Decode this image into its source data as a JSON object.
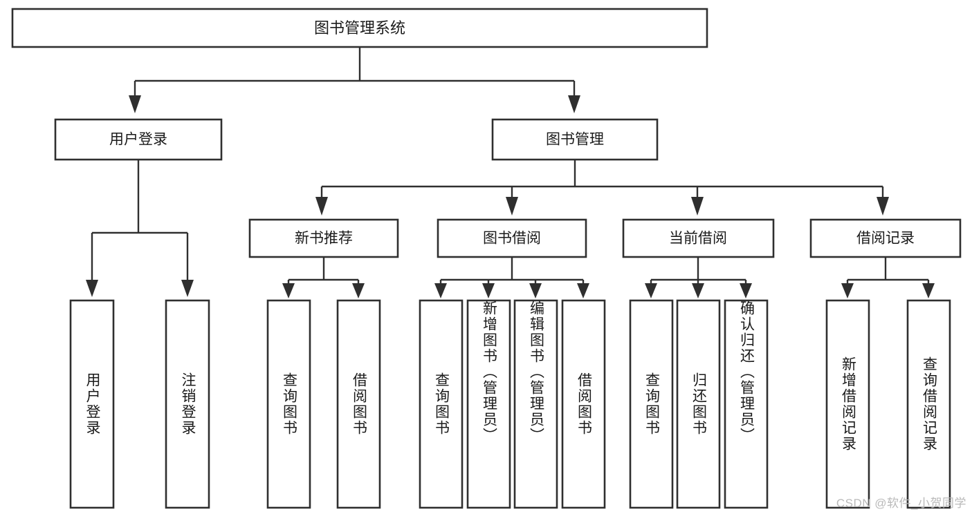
{
  "diagram": {
    "type": "tree-hierarchy",
    "title": "图书管理系统",
    "orientation": "top-down",
    "colors": {
      "box_stroke": "#2f2f2f",
      "box_fill": "#ffffff",
      "connector": "#2f2f2f",
      "text": "#1a1a1a",
      "background": "#ffffff",
      "watermark": "#b9b9b9"
    },
    "root": {
      "label": "图书管理系统"
    },
    "level2": [
      {
        "label": "用户登录"
      },
      {
        "label": "图书管理"
      }
    ],
    "level3": [
      {
        "label": "新书推荐"
      },
      {
        "label": "图书借阅"
      },
      {
        "label": "当前借阅"
      },
      {
        "label": "借阅记录"
      }
    ],
    "leaves": {
      "user_login": [
        {
          "label": "用户登录"
        },
        {
          "label": "注销登录"
        }
      ],
      "new_book_recommend": [
        {
          "label": "查询图书"
        },
        {
          "label": "借阅图书"
        }
      ],
      "book_borrow": [
        {
          "label": "查询图书"
        },
        {
          "label": "新增图书（管理员）"
        },
        {
          "label": "编辑图书（管理员）"
        },
        {
          "label": "借阅图书"
        }
      ],
      "current_borrow": [
        {
          "label": "查询图书"
        },
        {
          "label": "归还图书"
        },
        {
          "label": "确认归还（管理员）"
        }
      ],
      "borrow_record": [
        {
          "label": "新增借阅记录"
        },
        {
          "label": "查询借阅记录"
        }
      ]
    }
  },
  "watermark": {
    "text": "CSDN @软件_小贺同学"
  }
}
